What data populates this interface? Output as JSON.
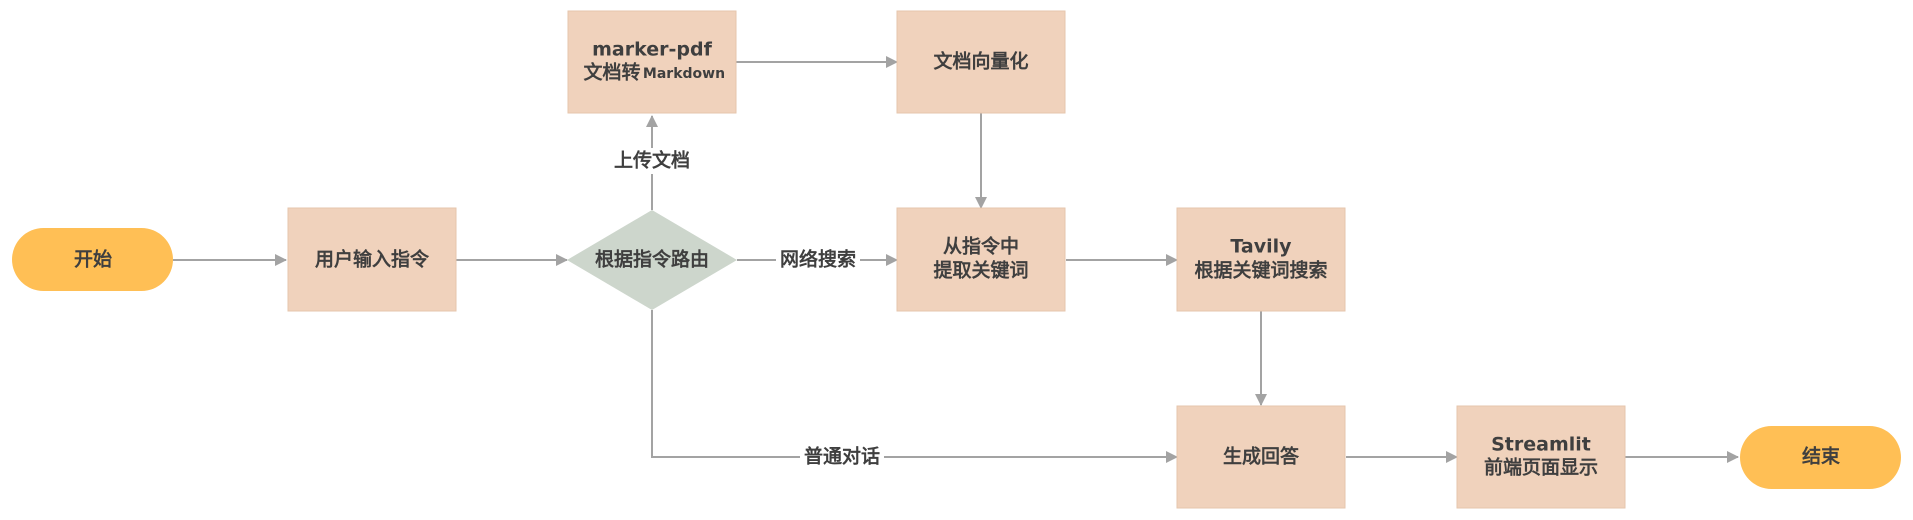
{
  "nodes": {
    "start": "开始",
    "user_input": "用户输入指令",
    "router": "根据指令路由",
    "marker_line1": "marker-pdf",
    "marker_line2a": "文档转",
    "marker_line2b": "Markdown",
    "vectorize": "文档向量化",
    "extract_line1": "从指令中",
    "extract_line2": "提取关键词",
    "tavily_line1": "Tavily",
    "tavily_line2": "根据关键词搜索",
    "generate": "生成回答",
    "streamlit_line1": "Streamlit",
    "streamlit_line2": "前端页面显示",
    "end": "结束"
  },
  "edge_labels": {
    "upload": "上传文档",
    "web_search": "网络搜索",
    "chat": "普通对话"
  },
  "colors": {
    "process": "#f0d2bc",
    "terminal": "#ffbf55",
    "decision": "#cdd6cc",
    "edge": "#a3a3a3"
  }
}
